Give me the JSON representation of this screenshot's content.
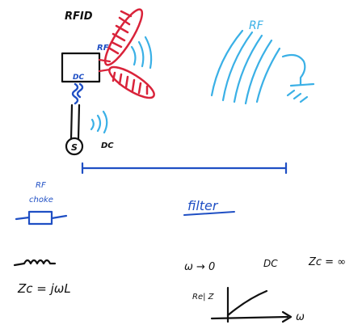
{
  "colors": {
    "black": "#111111",
    "blue": "#1f4fc4",
    "cyan": "#3ab0e6",
    "red": "#d9233a",
    "background": "#ffffff"
  },
  "labels": {
    "title": "RFID",
    "rf_small": "RF",
    "rf_large": "RF",
    "dc_tag": "DC",
    "dc_near_source": "DC",
    "source": "S",
    "choke_line1": "RF",
    "choke_line2": "choke",
    "filter": "filter",
    "omega_to": "ω → 0",
    "dc_bottom": "DC",
    "zc_inf": "Zc = ∞",
    "zc_eq": "Zc = jωL",
    "graph_y": "Re| Z",
    "graph_x": "ω"
  }
}
